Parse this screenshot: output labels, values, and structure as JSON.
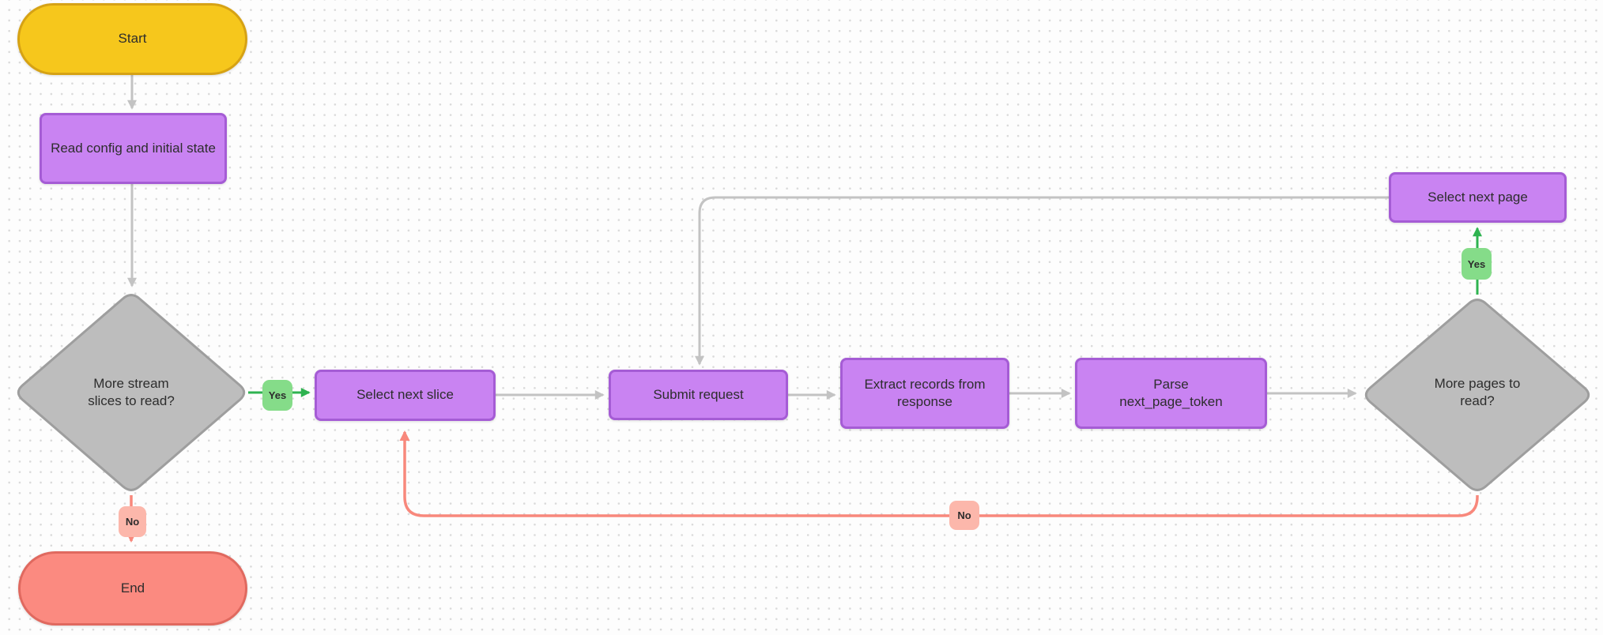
{
  "diagram": {
    "nodes": {
      "start": {
        "label": "Start",
        "type": "terminal",
        "fill": "#f6c71c",
        "border": "#d6a214"
      },
      "read_config": {
        "label": "Read config and initial state",
        "type": "process",
        "fill": "#c983f2",
        "border": "#a55cd5"
      },
      "more_slices": {
        "label": "More stream\nslices to read?",
        "type": "decision",
        "fill": "#bdbdbd",
        "border": "#9e9e9e"
      },
      "select_next_slice": {
        "label": "Select next slice",
        "type": "process",
        "fill": "#c983f2",
        "border": "#a55cd5"
      },
      "submit_request": {
        "label": "Submit request",
        "type": "process",
        "fill": "#c983f2",
        "border": "#a55cd5"
      },
      "extract_records": {
        "label": "Extract records from response",
        "type": "process",
        "fill": "#c983f2",
        "border": "#a55cd5"
      },
      "parse_token": {
        "label": "Parse\nnext_page_token",
        "type": "process",
        "fill": "#c983f2",
        "border": "#a55cd5"
      },
      "more_pages": {
        "label": "More pages to\nread?",
        "type": "decision",
        "fill": "#bdbdbd",
        "border": "#9e9e9e"
      },
      "select_next_page": {
        "label": "Select next page",
        "type": "process",
        "fill": "#c983f2",
        "border": "#a55cd5"
      },
      "end": {
        "label": "End",
        "type": "terminal",
        "fill": "#fb8a80",
        "border": "#e0695f"
      }
    },
    "edges": [
      {
        "from": "start",
        "to": "read_config"
      },
      {
        "from": "read_config",
        "to": "more_slices"
      },
      {
        "from": "more_slices",
        "to": "select_next_slice",
        "label": "Yes"
      },
      {
        "from": "more_slices",
        "to": "end",
        "label": "No"
      },
      {
        "from": "select_next_slice",
        "to": "submit_request"
      },
      {
        "from": "submit_request",
        "to": "extract_records"
      },
      {
        "from": "extract_records",
        "to": "parse_token"
      },
      {
        "from": "parse_token",
        "to": "more_pages"
      },
      {
        "from": "more_pages",
        "to": "select_next_page",
        "label": "Yes"
      },
      {
        "from": "select_next_page",
        "to": "submit_request"
      },
      {
        "from": "more_pages",
        "to": "select_next_slice",
        "label": "No"
      }
    ],
    "colors": {
      "yes_badge_fill": "#85dc89",
      "no_badge_fill": "#fcb7ab",
      "yes_line": "#2eb350",
      "no_line": "#f8887c",
      "connector_line": "#c3c3c3",
      "text": "#2d2d2d",
      "background": "#fdfdfd",
      "grid_dot": "#dadada"
    }
  }
}
